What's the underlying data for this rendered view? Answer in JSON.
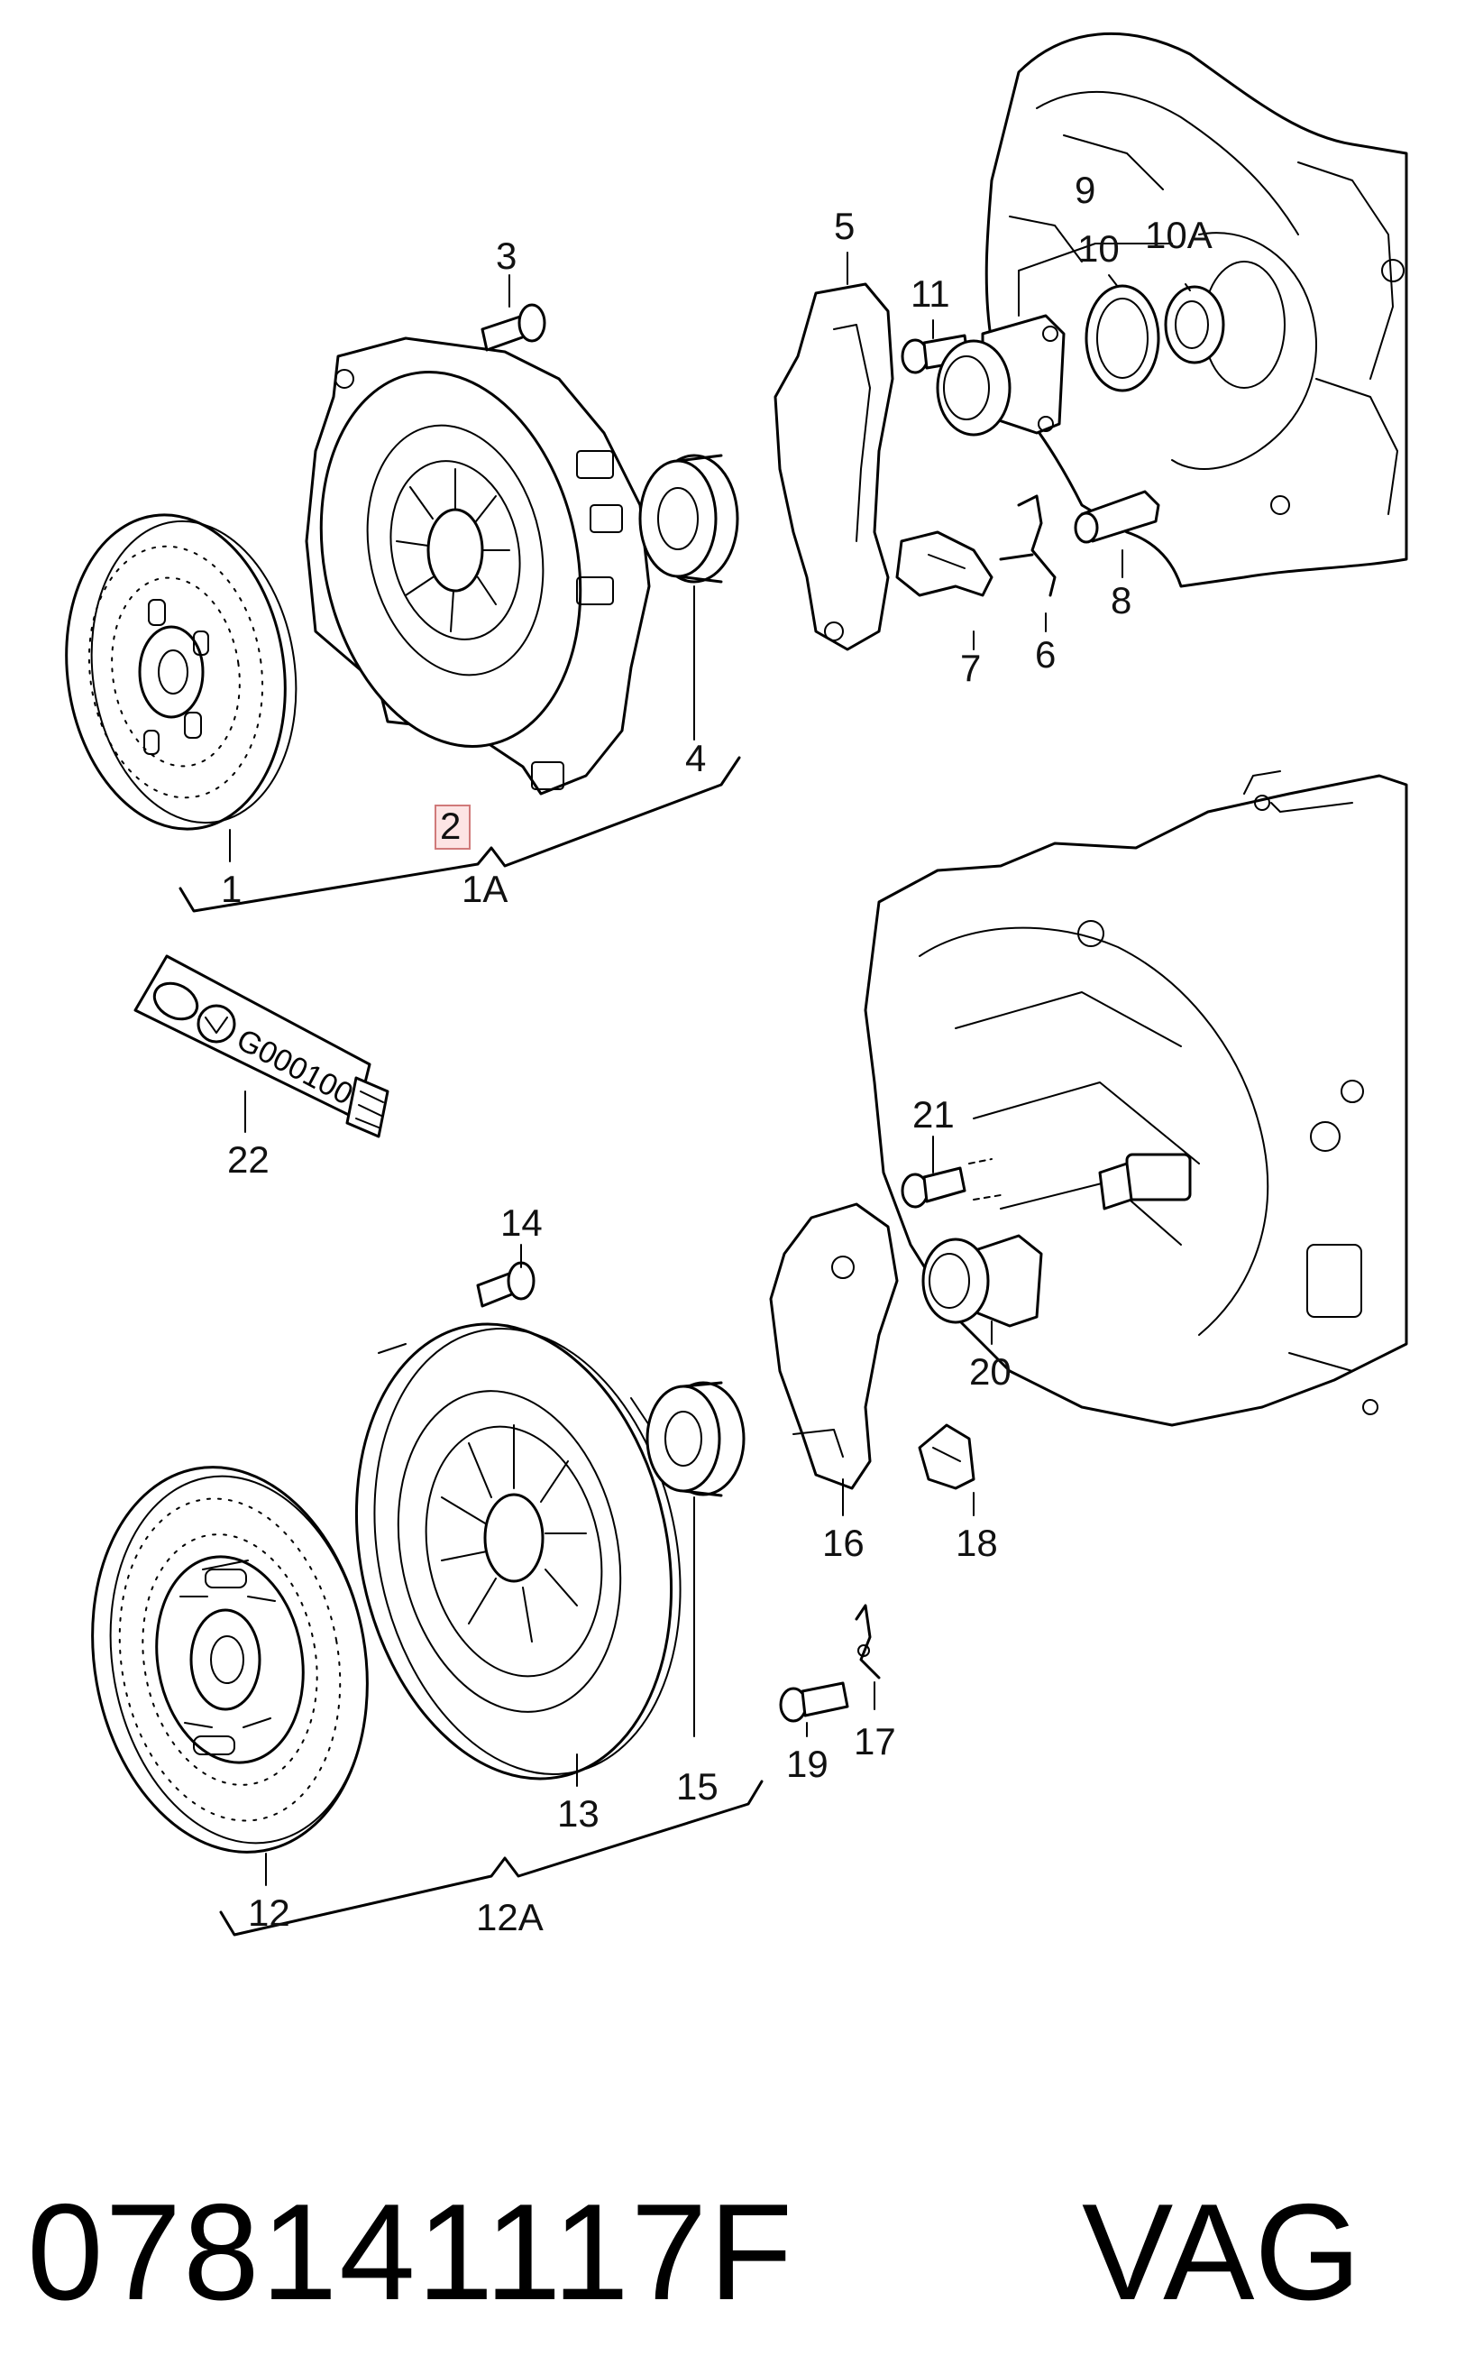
{
  "callouts": {
    "c1": "1",
    "c1a": "1A",
    "c2": "2",
    "c3": "3",
    "c4": "4",
    "c5": "5",
    "c6": "6",
    "c7": "7",
    "c8": "8",
    "c9": "9",
    "c10": "10",
    "c10a": "10A",
    "c11": "11",
    "c12": "12",
    "c12a": "12A",
    "c13": "13",
    "c14": "14",
    "c15": "15",
    "c16": "16",
    "c17": "17",
    "c18": "18",
    "c19": "19",
    "c20": "20",
    "c21": "21",
    "c22": "22"
  },
  "tube_label": "G000100",
  "part_number": "078141117F",
  "brand": "VAG",
  "highlight_color": "#d07a7a"
}
